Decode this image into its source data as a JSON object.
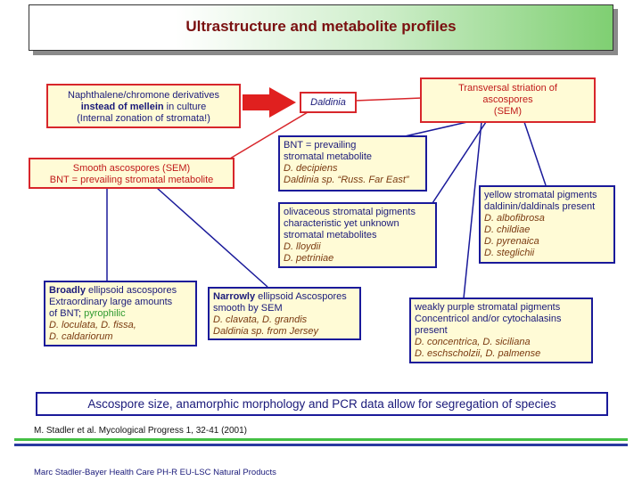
{
  "title": "Ultrastructure and metabolite profiles",
  "box_naphthalene": {
    "line1": "Naphthalene/chromone derivatives",
    "line2_b1": "instead of mellein",
    "line2_rest": " in culture",
    "line3": "(Internal zonation of stromata!)"
  },
  "box_daldinia": "Daldinia",
  "box_transversal": {
    "line1": "Transversal striation of",
    "line2": "ascospores",
    "line3": "(SEM)"
  },
  "box_smooth": {
    "line1": "Smooth ascospores (SEM)",
    "line2": "BNT = prevailing stromatal metabolite"
  },
  "box_bnt": {
    "line1": "BNT = prevailing",
    "line2": "stromatal metabolite",
    "line3": "D. decipiens",
    "line4": "Daldinia sp. “Russ. Far East”"
  },
  "box_olivaceous": {
    "line1": "olivaceous stromatal pigments",
    "line2": "characteristic yet unknown",
    "line3": "stromatal metabolites",
    "line4": "D. lloydii",
    "line5": "D. petriniae"
  },
  "box_yellow": {
    "line1": "yellow stromatal pigments",
    "line2": "daldinin/daldinals present",
    "line3": "D. albofibrosa",
    "line4": "D. childiae",
    "line5": "D. pyrenaica",
    "line6": "D. steglichii"
  },
  "box_broadly": {
    "line1_b": "Broadly",
    "line1_rest": " ellipsoid ascospores",
    "line2": "Extraordinary large amounts",
    "line3_a": "of BNT; ",
    "line3_green": "pyrophilic",
    "line4": "D. loculata, D. fissa,",
    "line5": "D. caldariorum"
  },
  "box_narrowly": {
    "line1_b": "Narrowly",
    "line1_rest": " ellipsoid Ascospores",
    "line2": "smooth by SEM",
    "line3": "D. clavata, D. grandis",
    "line4": "Daldinia sp. from Jersey"
  },
  "box_purple": {
    "line1": "weakly purple stromatal pigments",
    "line2": "Concentricol and/or cytochalasins",
    "line3": "present",
    "line4": "D. concentrica, D. siciliana",
    "line5": "D. eschscholzii, D. palmense"
  },
  "bottom_statement": "Ascospore size, anamorphic morphology and PCR data allow for segregation of species",
  "citation": "M. Stadler et al. Mycological Progress 1, 32-41 (2001)",
  "footer": "Marc Stadler-Bayer Health Care PH-R EU-LSC Natural Products",
  "colors": {
    "red_border": "#d8262b",
    "blue_border": "#1a1a9a",
    "box_fill": "#fffbd6",
    "arrow": "#e0201f",
    "rule_green": "#44c044",
    "rule_blue": "#2a3aa0"
  }
}
